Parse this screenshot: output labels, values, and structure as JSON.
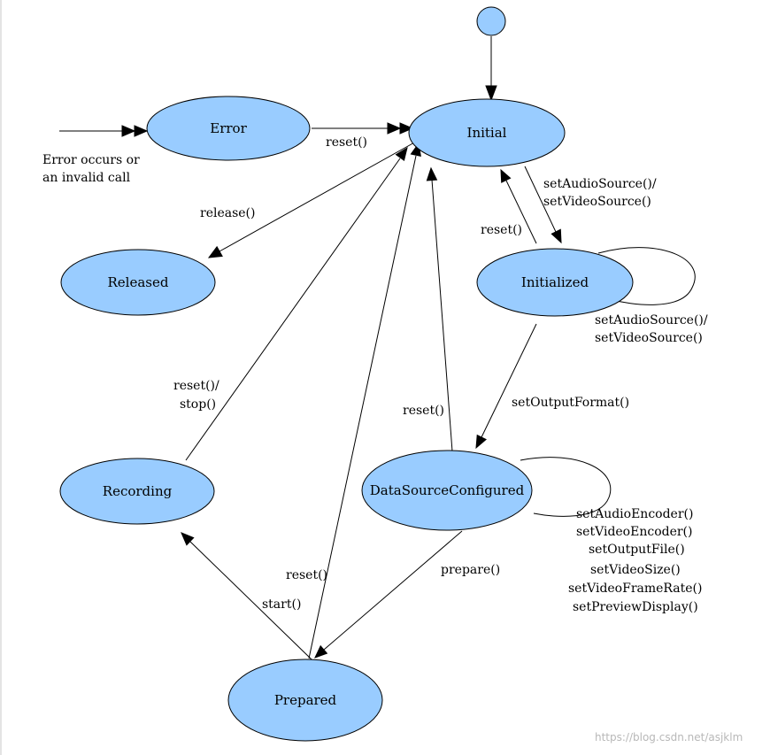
{
  "states": {
    "initial": "Initial",
    "error": "Error",
    "released": "Released",
    "initialized": "Initialized",
    "datasource_configured": "DataSourceConfigured",
    "recording": "Recording",
    "prepared": "Prepared"
  },
  "transitions": {
    "error_to_initial": "reset()",
    "initial_to_released": "release()",
    "initial_to_initialized": [
      "setAudioSource()/",
      "setVideoSource()"
    ],
    "initialized_to_initial": "reset()",
    "initialized_self_loop": [
      "setAudioSource()/",
      "setVideoSource()"
    ],
    "initialized_to_datasource": "setOutputFormat()",
    "datasource_to_initial": "reset()",
    "datasource_self_loop": [
      "setAudioEncoder()",
      "setVideoEncoder()",
      "setOutputFile()",
      "setVideoSize()",
      "setVideoFrameRate()",
      "setPreviewDisplay()"
    ],
    "datasource_to_prepared": "prepare()",
    "recording_to_initial": [
      "reset()/",
      "stop()"
    ],
    "prepared_to_recording": "start()",
    "prepared_to_initial": "reset()"
  },
  "error_entry_note": [
    "Error occurs or",
    "an invalid call"
  ],
  "watermark": "https://blog.csdn.net/asjklm",
  "colors": {
    "state_fill": "#99ccff",
    "stroke": "#000000",
    "background": "#ffffff"
  }
}
